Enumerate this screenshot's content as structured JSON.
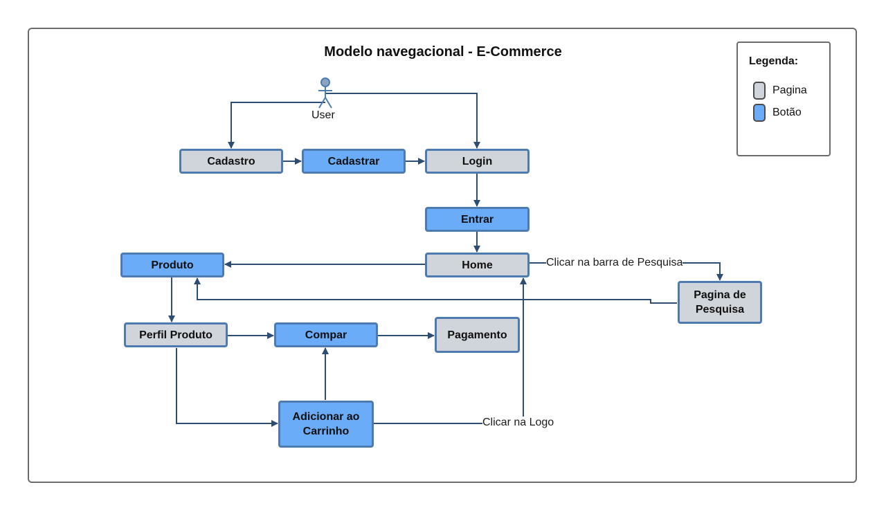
{
  "title": "Modelo navegacional - E-Commerce",
  "actor": {
    "label": "User"
  },
  "legend": {
    "title": "Legenda:",
    "items": [
      {
        "label": "Pagina",
        "color": "#d0d4db"
      },
      {
        "label": "Botão",
        "color": "#6aacf8"
      }
    ]
  },
  "nodes": {
    "cadastro": "Cadastro",
    "cadastrar": "Cadastrar",
    "login": "Login",
    "entrar": "Entrar",
    "home": "Home",
    "produto": "Produto",
    "pagina_pesquisa": "Pagina de Pesquisa",
    "perfil_produto": "Perfil Produto",
    "compar": "Compar",
    "pagamento": "Pagamento",
    "adicionar_carrinho": "Adicionar ao Carrinho"
  },
  "edge_labels": {
    "search": "Clicar na barra de Pesquisa",
    "logo": "Clicar na Logo"
  },
  "colors": {
    "page": "#d0d4db",
    "button": "#6aacf8",
    "border": "#4d7bb0",
    "edge": "#2d4d73"
  }
}
